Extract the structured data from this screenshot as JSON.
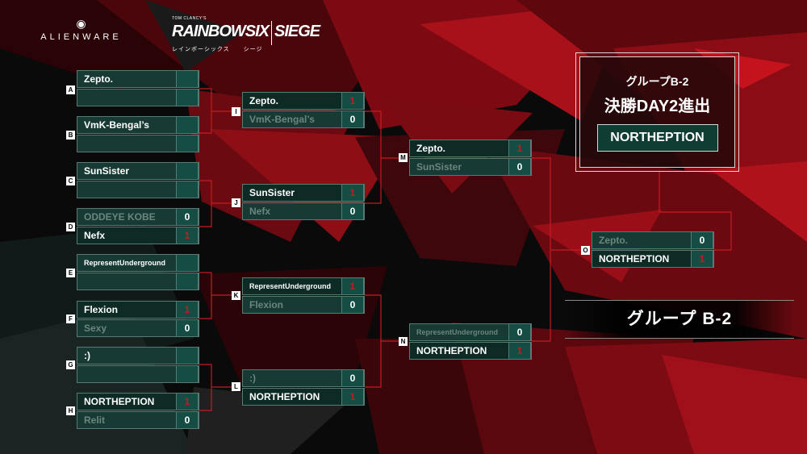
{
  "logos": {
    "alienware": "ALIENWARE",
    "alienware_icon": "alien-head-icon",
    "r6_small": "TOM CLANCY'S",
    "r6_title_a": "RAINBOW",
    "r6_title_b": "SIX",
    "r6_title_c": "SIEGE",
    "r6_kana_a": "レインボーシックス",
    "r6_kana_b": "シージ"
  },
  "result": {
    "line1": "グループB-2",
    "line2": "決勝DAY2進出",
    "winner": "NORTHEPTION"
  },
  "group_label": "グループ B-2",
  "colors": {
    "accent_red": "#c51a22",
    "slot_green": "#183a34",
    "score_green": "#154c43"
  },
  "matches": {
    "A": {
      "tag": "A",
      "team1": "Zepto.",
      "score1": "",
      "team2": "",
      "score2": ""
    },
    "B": {
      "tag": "B",
      "team1": "VmK-Bengal’s",
      "score1": "",
      "team2": "",
      "score2": ""
    },
    "C": {
      "tag": "C",
      "team1": "SunSister",
      "score1": "",
      "team2": "",
      "score2": ""
    },
    "D": {
      "tag": "D",
      "team1": "ODDEYE KOBE",
      "score1": "0",
      "team2": "Nefx",
      "score2": "1"
    },
    "E": {
      "tag": "E",
      "team1": "RepresentUnderground",
      "score1": "",
      "team2": "",
      "score2": ""
    },
    "F": {
      "tag": "F",
      "team1": "Flexion",
      "score1": "1",
      "team2": "Sexy",
      "score2": "0"
    },
    "G": {
      "tag": "G",
      "team1": ":)",
      "score1": "",
      "team2": "",
      "score2": ""
    },
    "H": {
      "tag": "H",
      "team1": "NORTHEPTION",
      "score1": "1",
      "team2": "Relit",
      "score2": "0"
    },
    "I": {
      "tag": "I",
      "team1": "Zepto.",
      "score1": "1",
      "team2": "VmK-Bengal’s",
      "score2": "0"
    },
    "J": {
      "tag": "J",
      "team1": "SunSister",
      "score1": "1",
      "team2": "Nefx",
      "score2": "0"
    },
    "K": {
      "tag": "K",
      "team1": "RepresentUnderground",
      "score1": "1",
      "team2": "Flexion",
      "score2": "0"
    },
    "L": {
      "tag": "L",
      "team1": ":)",
      "score1": "0",
      "team2": "NORTHEPTION",
      "score2": "1"
    },
    "M": {
      "tag": "M",
      "team1": "Zepto.",
      "score1": "1",
      "team2": "SunSister",
      "score2": "0"
    },
    "N": {
      "tag": "N",
      "team1": "RepresentUnderground",
      "score1": "0",
      "team2": "NORTHEPTION",
      "score2": "1"
    },
    "O": {
      "tag": "O",
      "team1": "Zepto.",
      "score1": "0",
      "team2": "NORTHEPTION",
      "score2": "1"
    }
  }
}
